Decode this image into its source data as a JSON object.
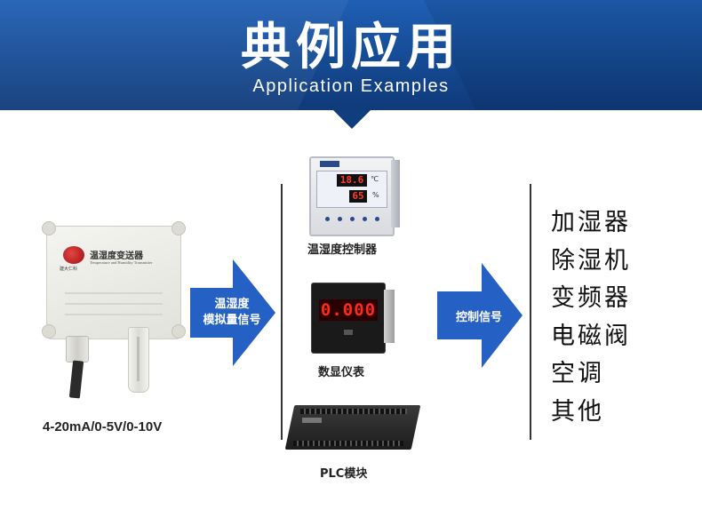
{
  "header": {
    "title_cn": "典例应用",
    "title_en": "Application Examples"
  },
  "transmitter": {
    "name": "温湿度变送器",
    "subtitle": "Temperature and Humidity Transmitter",
    "logo_text": "建大仁科"
  },
  "output_signal": "4-20mA/0-5V/0-10V",
  "arrow_input": {
    "line1": "温湿度",
    "line2": "模拟量信号"
  },
  "arrow_output": {
    "label": "控制信号"
  },
  "devices": {
    "controller": {
      "label": "温湿度控制器",
      "temp_reading": "18.6",
      "hum_reading": "65",
      "temp_unit": "℃",
      "hum_unit": "%"
    },
    "meter": {
      "label": "数显仪表",
      "reading": "0.000"
    },
    "plc": {
      "label": "PLC模块"
    }
  },
  "destinations": [
    "加湿器",
    "除湿机",
    "变频器",
    "电磁阀",
    "空调",
    "其他"
  ],
  "colors": {
    "banner": "#154a93",
    "arrow": "#2561c4",
    "display_red": "#ff2a1a"
  }
}
